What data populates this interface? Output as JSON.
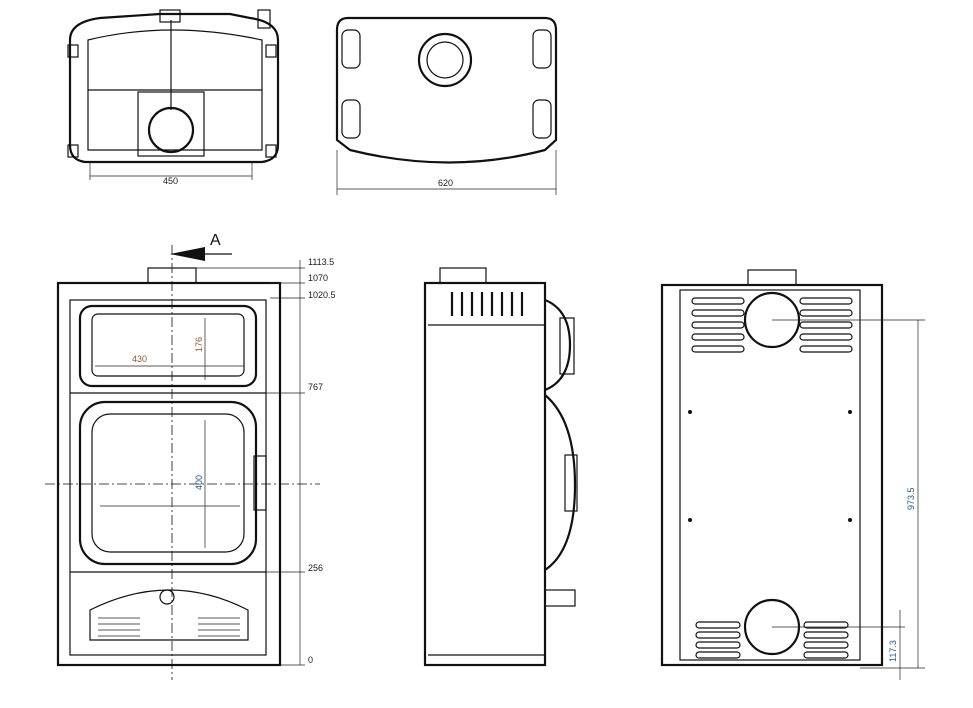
{
  "top_views": {
    "front_top_width": "450",
    "rear_top_width": "620"
  },
  "front_view": {
    "section_marker": "A",
    "heights": [
      "1113.5",
      "1070",
      "1020.5",
      "767",
      "256",
      "0"
    ],
    "upper_window_width": "430",
    "upper_window_height": "176",
    "door_window_height": "400"
  },
  "rear_view": {
    "outlet_height": "973.5",
    "inlet_height": "117.3"
  }
}
